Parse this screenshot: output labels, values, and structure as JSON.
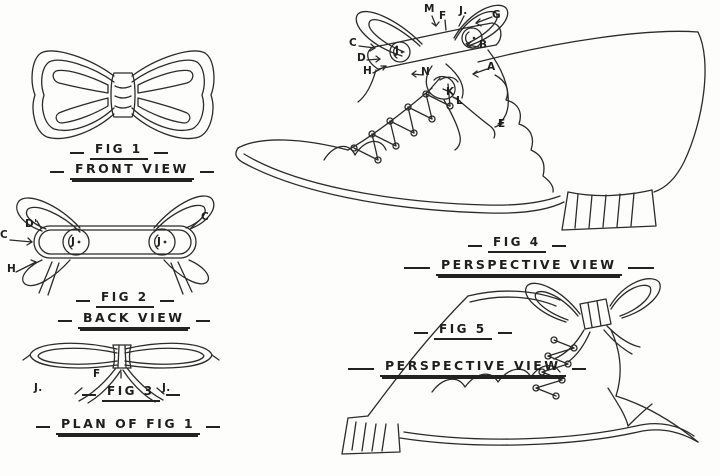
{
  "figures": {
    "fig1": {
      "title": "FIG 1",
      "subtitle": "FRONT VIEW"
    },
    "fig2": {
      "title": "FIG 2",
      "subtitle": "BACK VIEW",
      "labels": {
        "c_top": "C",
        "c_left": "C",
        "d_prime": "D'",
        "j_left": "J",
        "j_right": "J",
        "h": "H"
      }
    },
    "fig3": {
      "title": "FIG 3",
      "subtitle": "PLAN OF FIG 1",
      "labels": {
        "j_left": "J.",
        "f": "F",
        "j_right": "J."
      }
    },
    "fig4": {
      "title": "FIG 4",
      "subtitle": "PERSPECTIVE VIEW",
      "labels": {
        "m": "M",
        "f": "F",
        "j_top": "J.",
        "g": "G",
        "c": "C",
        "b": "B",
        "d": "D",
        "h": "H",
        "n": "N",
        "a": "A",
        "j_grommet": "J",
        "k": "K",
        "l": "L",
        "e": "E"
      }
    },
    "fig5": {
      "title": "FIG 5",
      "subtitle": "PERSPECTIVE VIEW"
    }
  }
}
